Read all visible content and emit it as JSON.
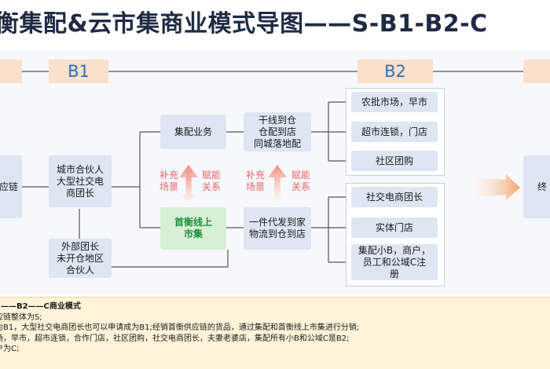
{
  "title": "衡集配&云市集商业模式导图——S-B1-B2-C",
  "headers": {
    "b1": "B1",
    "b2": "B2"
  },
  "nodes": {
    "left_chain": "应链",
    "city_partner": [
      "城市合伙人",
      "大型社交电",
      "商团长"
    ],
    "external_leader": [
      "外部团长",
      "未开仓地区",
      "合伙人"
    ],
    "distribution": "集配业务",
    "trunk_line": [
      "干线到仓",
      "仓配到店",
      "同城落地配"
    ],
    "market": [
      "首衡线上",
      "市集"
    ],
    "dropship": [
      "一件代发到家",
      "物流到仓到店"
    ],
    "farm_market": "农批市场，早市",
    "supermarket": "超市连锁，门店",
    "community_group": "社区团购",
    "social_leader": "社交电商团长",
    "physical_store": "实体门店",
    "small_b": [
      "集配小B，商户，",
      "员工和公域C注",
      "册"
    ],
    "right_end": "终"
  },
  "labels": {
    "supplement_1": [
      "补充",
      "场景"
    ],
    "empower_1": [
      "赋能",
      "关系"
    ],
    "supplement_2": [
      "补充",
      "场景"
    ],
    "empower_2": [
      "赋能",
      "关系"
    ]
  },
  "note": {
    "lines": [
      "1——B2——C商业模式",
      "应链整体为S;",
      "为B1，大型社交电商团长也可以申请成为B1;经销首衡供应链的货品，通过集配和首衡线上市集进行分销;",
      "场，早市，超市连锁，合作门店，社区团购，社交电商团长，夫妻老婆店，集配所有小B和公域C是B2;",
      "户为C;"
    ]
  },
  "colors": {
    "box_fill": "#dde6f2",
    "header_fill": "#fbe0cb",
    "header_text": "#2f6fb6",
    "green_fill": "#d6efd5",
    "green_text": "#1d8f3b",
    "red_label": "#e06565",
    "arrow": "#f4a46b",
    "note_bg": "#fdf3d8"
  }
}
